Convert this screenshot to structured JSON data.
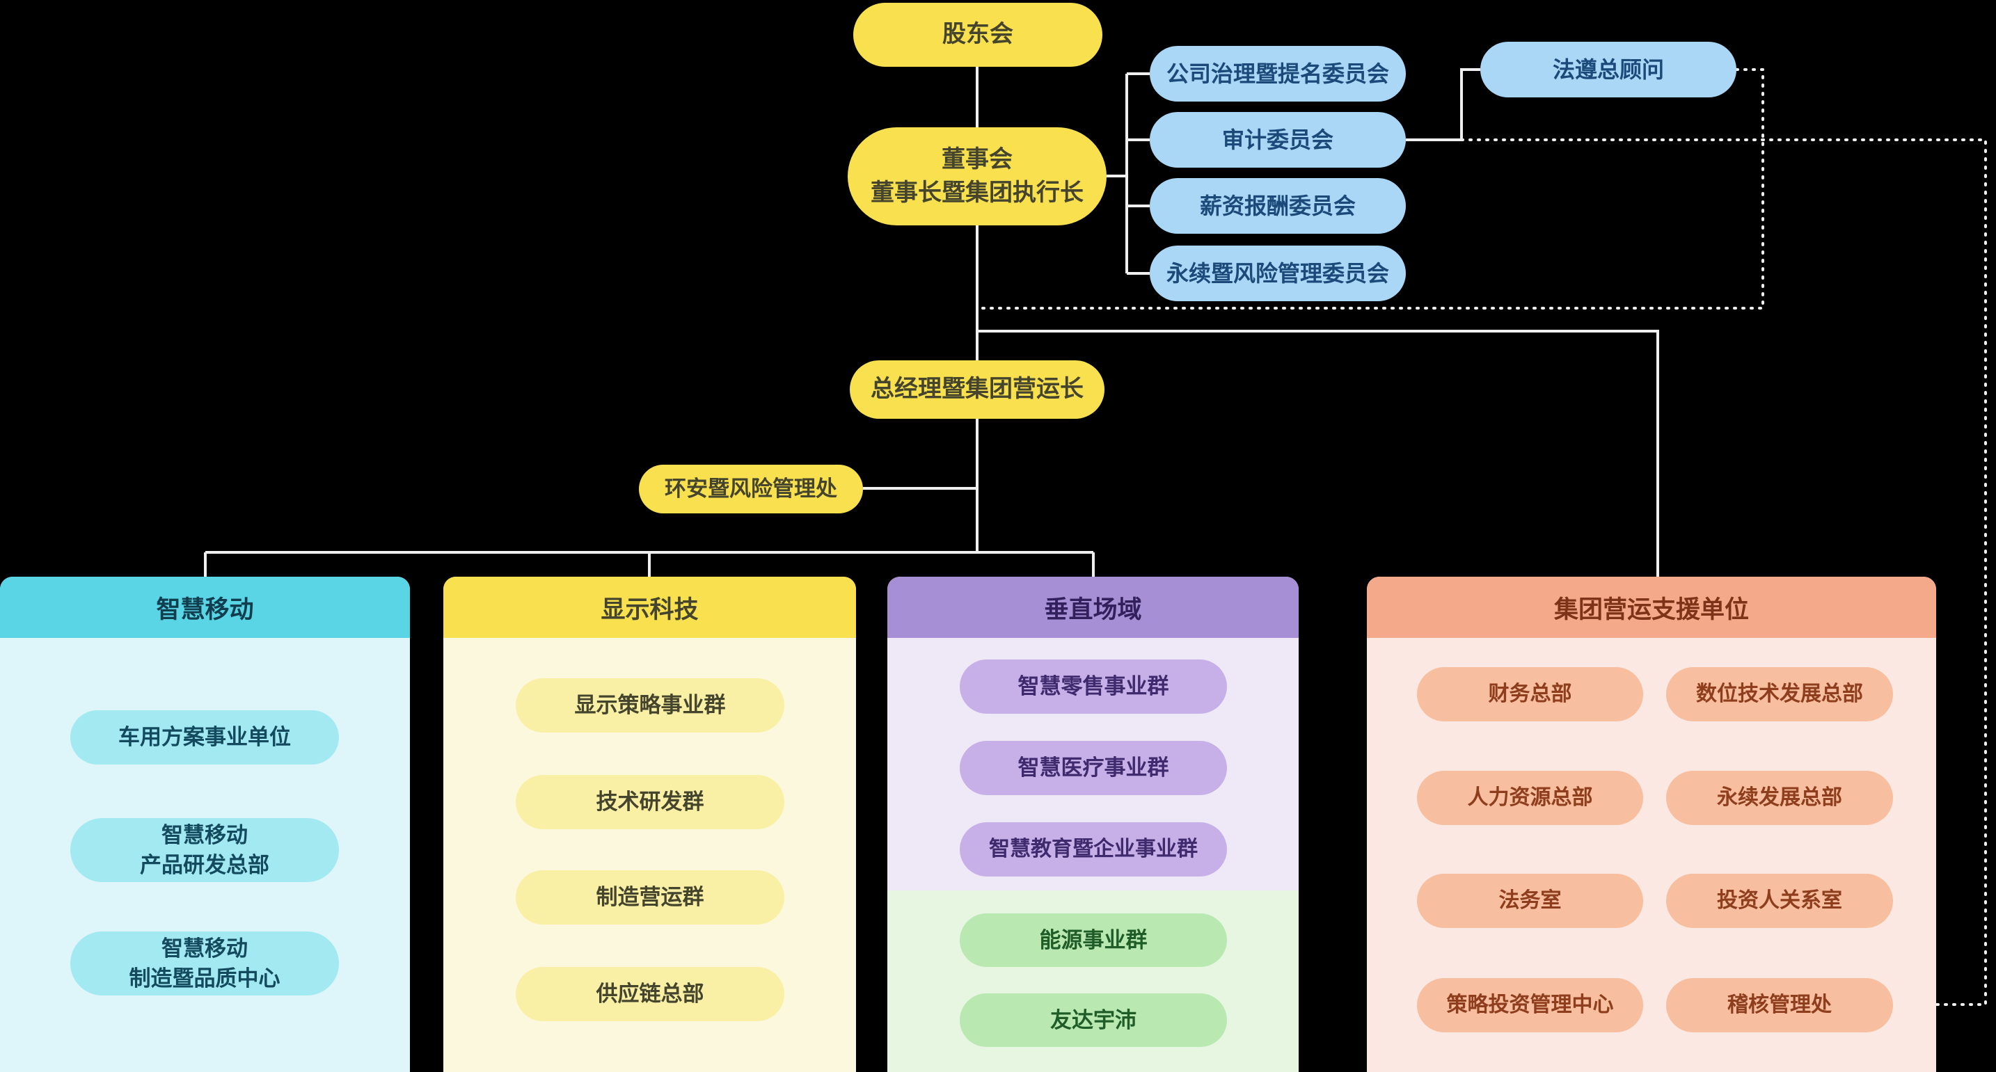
{
  "colors": {
    "background": "#000000",
    "connector_line": "#EFEFEF",
    "yellow_node": "#F9E04E",
    "blue_node": "#A9D7F5",
    "cyan_header": "#59D5E5",
    "cyan_panel": "#DEF5F9",
    "cyan_pill": "#A3E9F1",
    "yellow_panel": "#FCF8DD",
    "yellow_pill": "#F9F0A6",
    "purple_header": "#A78FD5",
    "purple_panel": "#EEE8F7",
    "purple_pill": "#C7B0E8",
    "green_panel": "#E6F6E1",
    "green_pill": "#B9E8B1",
    "orange_header": "#F4A98A",
    "orange_panel": "#FBE8E2",
    "orange_pill": "#F7BE9F"
  },
  "org": {
    "shareholders": "股东会",
    "board": "董事会\n董事长暨集团执行长",
    "committees": [
      "公司治理暨提名委员会",
      "审计委员会",
      "薪资报酬委员会",
      "永续暨风险管理委员会"
    ],
    "compliance": "法遵总顾问",
    "coo": "总经理暨集团营运长",
    "ehs": "环安暨风险管理处",
    "panels": [
      {
        "title": "智慧移动",
        "items": [
          "车用方案事业单位",
          "智慧移动\n产品研发总部",
          "智慧移动\n制造暨品质中心"
        ]
      },
      {
        "title": "显示科技",
        "items": [
          "显示策略事业群",
          "技术研发群",
          "制造营运群",
          "供应链总部"
        ]
      },
      {
        "title": "垂直场域",
        "purple_items": [
          "智慧零售事业群",
          "智慧医疗事业群",
          "智慧教育暨企业事业群"
        ],
        "green_items": [
          "能源事业群",
          "友达宇沛"
        ]
      },
      {
        "title": "集团营运支援单位",
        "items": [
          "财务总部",
          "数位技术发展总部",
          "人力资源总部",
          "永续发展总部",
          "法务室",
          "投资人关系室",
          "策略投资管理中心",
          "稽核管理处"
        ]
      }
    ]
  }
}
